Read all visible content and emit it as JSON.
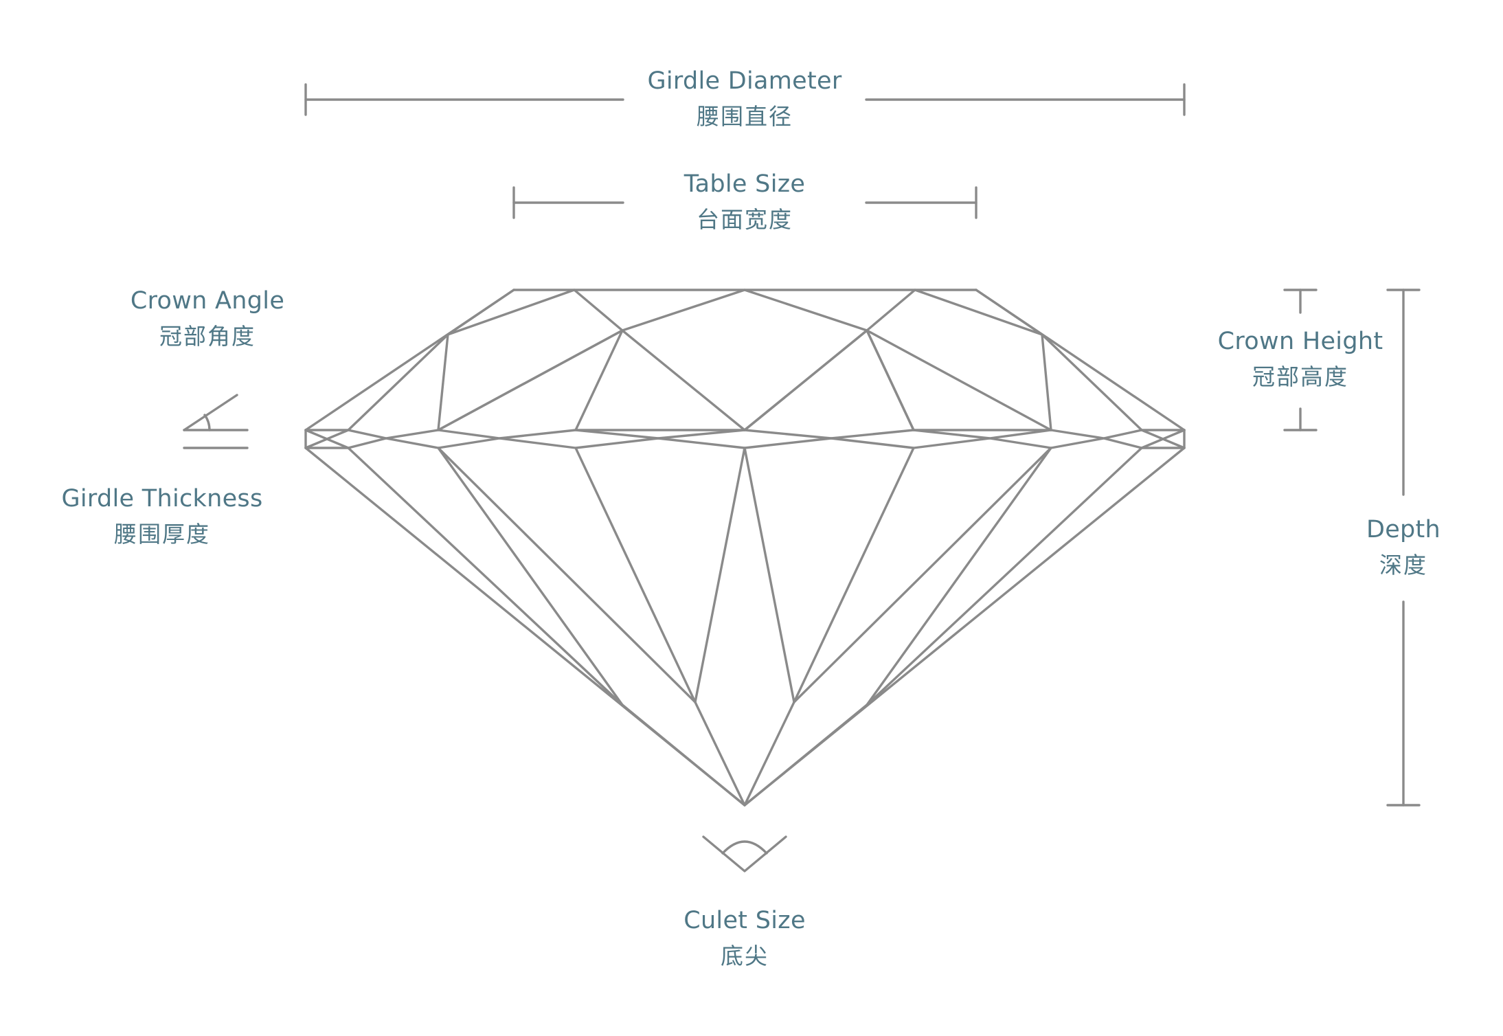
{
  "colors": {
    "line": "#8a8a8a",
    "text": "#4f7786",
    "background": "#ffffff"
  },
  "labels": {
    "girdle_diameter": {
      "en": "Girdle Diameter",
      "zh": "腰围直径"
    },
    "table_size": {
      "en": "Table Size",
      "zh": "台面宽度"
    },
    "crown_angle": {
      "en": "Crown Angle",
      "zh": "冠部角度"
    },
    "girdle_thickness": {
      "en": "Girdle Thickness",
      "zh": "腰围厚度"
    },
    "crown_height": {
      "en": "Crown Height",
      "zh": "冠部高度"
    },
    "depth": {
      "en": "Depth",
      "zh": "深度"
    },
    "culet_size": {
      "en": "Culet Size",
      "zh": "底尖"
    }
  }
}
